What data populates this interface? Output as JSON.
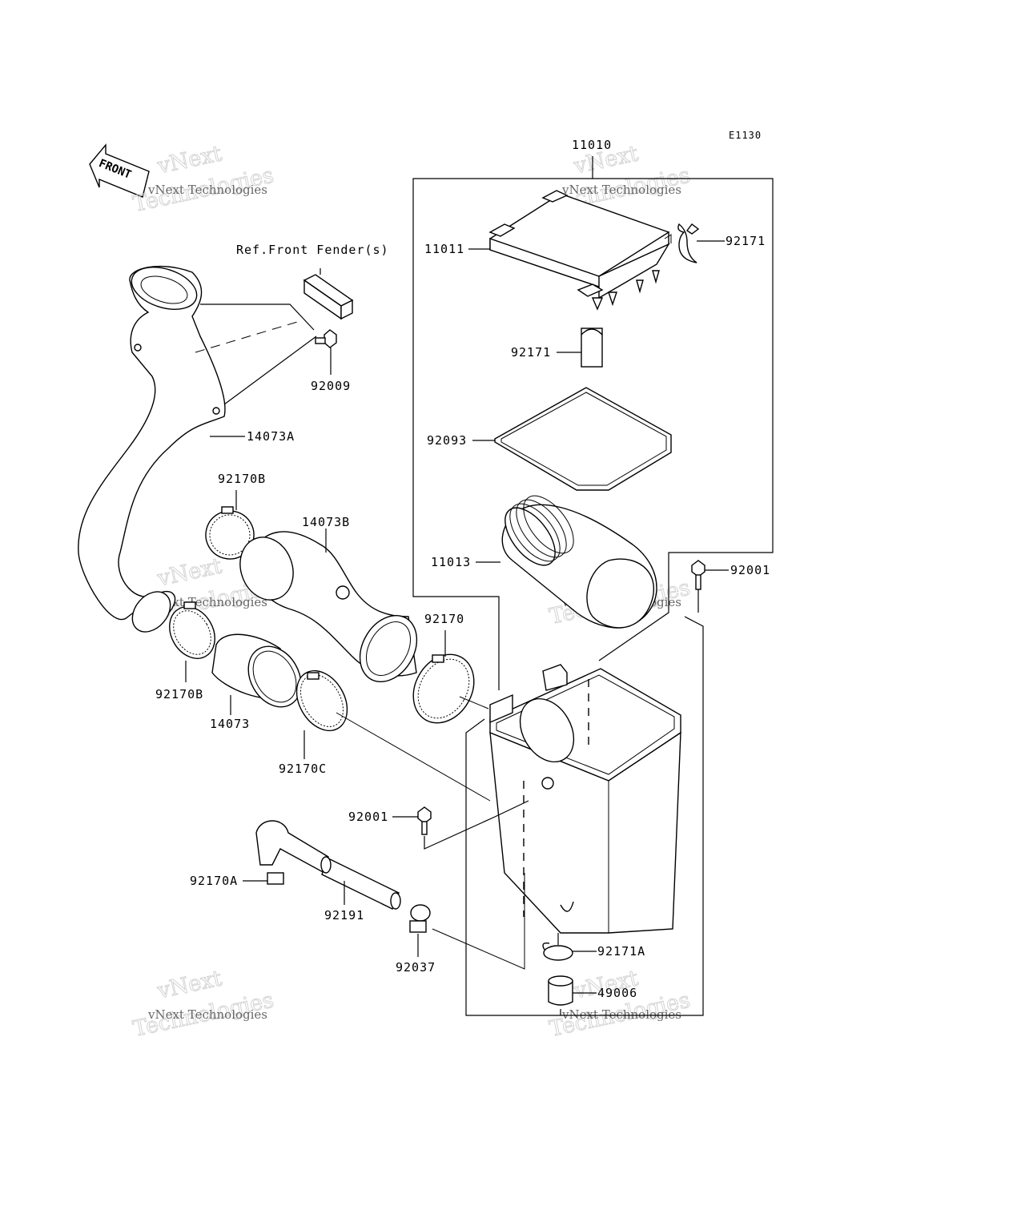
{
  "diagram_code": "E1130",
  "front_arrow_label": "FRONT",
  "reference_note": "Ref.Front Fender(s)",
  "watermark": {
    "line1": "vNext Technologies",
    "line2": "vNext",
    "line3": "Technologies"
  },
  "parts": {
    "p11010": "11010",
    "p11011": "11011",
    "p92171_top": "92171",
    "p92171_mid": "92171",
    "p92093": "92093",
    "p11013": "11013",
    "p92001_right": "92001",
    "p92009": "92009",
    "p14073A": "14073A",
    "p92170B_top": "92170B",
    "p14073B": "14073B",
    "p92170": "92170",
    "p92170B_bottom": "92170B",
    "p14073": "14073",
    "p92170C": "92170C",
    "p92001_mid": "92001",
    "p92170A": "92170A",
    "p92191": "92191",
    "p92037": "92037",
    "p92171A": "92171A",
    "p49006": "49006"
  }
}
